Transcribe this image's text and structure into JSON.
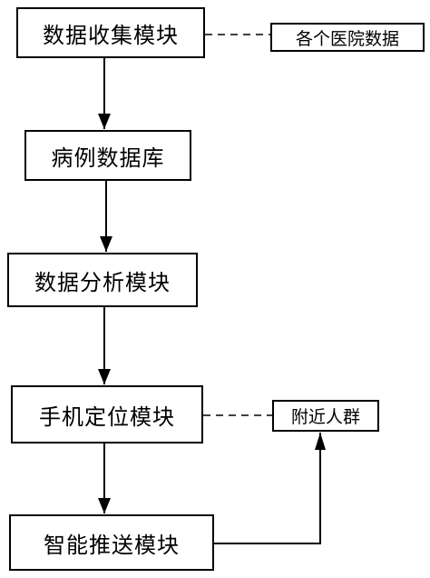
{
  "diagram": {
    "modules": [
      {
        "id": "data-collection",
        "label": "数据收集模块"
      },
      {
        "id": "case-database",
        "label": "病例数据库"
      },
      {
        "id": "data-analysis",
        "label": "数据分析模块"
      },
      {
        "id": "phone-location",
        "label": "手机定位模块"
      },
      {
        "id": "smart-push",
        "label": "智能推送模块"
      }
    ],
    "sources": [
      {
        "id": "hospital-data",
        "label": "各个医院数据"
      },
      {
        "id": "nearby-people",
        "label": "附近人群"
      }
    ],
    "flows": [
      {
        "from": "data-collection",
        "to": "case-database",
        "style": "arrow"
      },
      {
        "from": "case-database",
        "to": "data-analysis",
        "style": "arrow"
      },
      {
        "from": "data-analysis",
        "to": "phone-location",
        "style": "arrow"
      },
      {
        "from": "phone-location",
        "to": "smart-push",
        "style": "arrow"
      },
      {
        "from": "data-collection",
        "to": "hospital-data",
        "style": "dashed"
      },
      {
        "from": "phone-location",
        "to": "nearby-people",
        "style": "dashed"
      },
      {
        "from": "smart-push",
        "to": "nearby-people",
        "style": "elbow-arrow"
      }
    ]
  }
}
